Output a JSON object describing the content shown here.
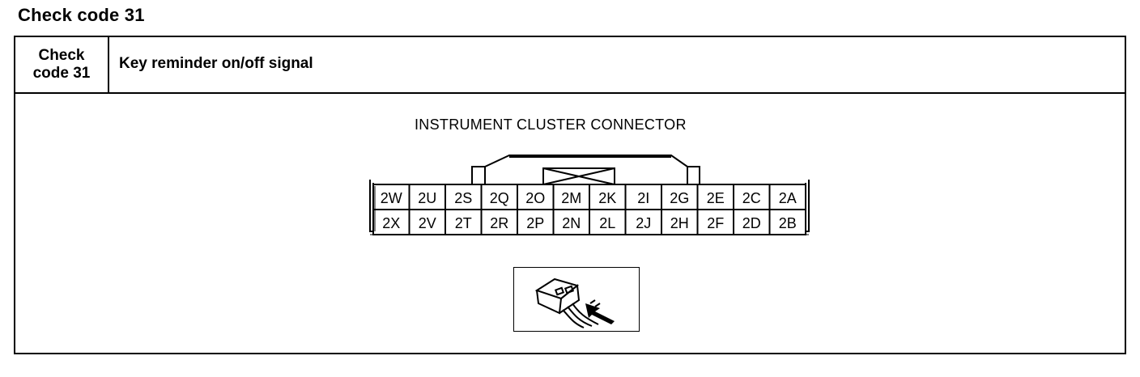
{
  "page_title": "Check code 31",
  "table": {
    "check_code_line1": "Check",
    "check_code_line2": "code 31",
    "description": "Key reminder on/off signal"
  },
  "diagram": {
    "connector_title": "INSTRUMENT CLUSTER CONNECTOR",
    "top_row": [
      "2W",
      "2U",
      "2S",
      "2Q",
      "2O",
      "2M",
      "2K",
      "2I",
      "2G",
      "2E",
      "2C",
      "2A"
    ],
    "bottom_row": [
      "2X",
      "2V",
      "2T",
      "2R",
      "2P",
      "2N",
      "2L",
      "2J",
      "2H",
      "2F",
      "2D",
      "2B"
    ]
  }
}
